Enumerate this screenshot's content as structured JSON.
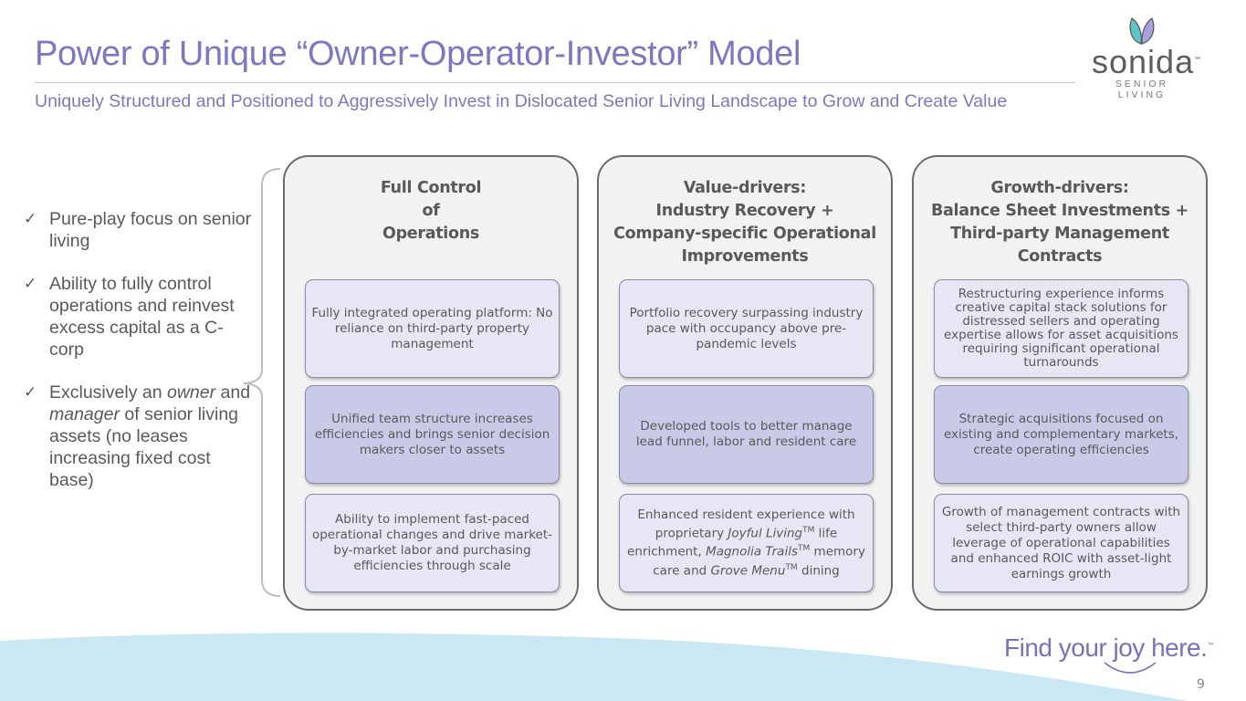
{
  "title": "Power of Unique “Owner-Operator-Investor” Model",
  "subtitle": "Uniquely Structured and Positioned to Aggressively Invest in Dislocated Senior Living Landscape to Grow and Create Value",
  "logo": {
    "word": "sonida",
    "tm": "™",
    "sub": "SENIOR LIVING"
  },
  "bullets": {
    "b1": "Pure-play focus on senior living",
    "b2": "Ability to fully control operations and reinvest excess capital as a C-corp",
    "b3": {
      "a": "Exclusively an ",
      "owner": "owner",
      "b": " and ",
      "manager": "manager",
      "c": " of senior living assets (no leases increasing fixed cost base)"
    }
  },
  "columns": [
    {
      "heading": [
        "Full Control",
        "of",
        "Operations"
      ],
      "boxes": [
        "Fully integrated operating platform: No reliance on third-party property management",
        "Unified team structure increases efficiencies and brings senior decision makers closer to assets",
        "Ability to implement fast-paced operational changes and drive market-by-market labor and purchasing efficiencies through scale"
      ]
    },
    {
      "heading": [
        "Value-drivers:",
        "Industry Recovery +",
        "Company-specific Operational",
        "Improvements"
      ],
      "boxes": [
        "Portfolio recovery surpassing industry pace with occupancy above pre-pandemic levels",
        "Developed tools to better manage lead funnel, labor and resident care",
        {
          "a": "Enhanced resident experience with proprietary ",
          "jl": "Joyful Living",
          "tm": "TM",
          "b": " life enrichment, ",
          "mt": "Magnolia Trails",
          "c": " memory care and  ",
          "gm": "Grove Menu",
          "d": " dining"
        }
      ]
    },
    {
      "heading": [
        "Growth-drivers:",
        "Balance Sheet Investments +",
        "Third-party Management",
        "Contracts"
      ],
      "boxes": [
        "Restructuring experience informs creative capital stack solutions for distressed sellers and operating expertise allows for asset acquisitions requiring significant operational turnarounds",
        "Strategic acquisitions focused on existing and complementary markets, create operating efficiencies",
        "Growth of management contracts with select third-party owners allow leverage of operational capabilities and enhanced ROIC with asset-light earnings growth"
      ]
    }
  ],
  "tagline": "Find your joy here.",
  "tagline_tm": "™",
  "page_number": "9",
  "colors": {
    "accent": "#7b77c2",
    "box_light": "#e6e6f5",
    "box_dark": "#c9c9e8",
    "swoosh": "#c9e8f4"
  }
}
